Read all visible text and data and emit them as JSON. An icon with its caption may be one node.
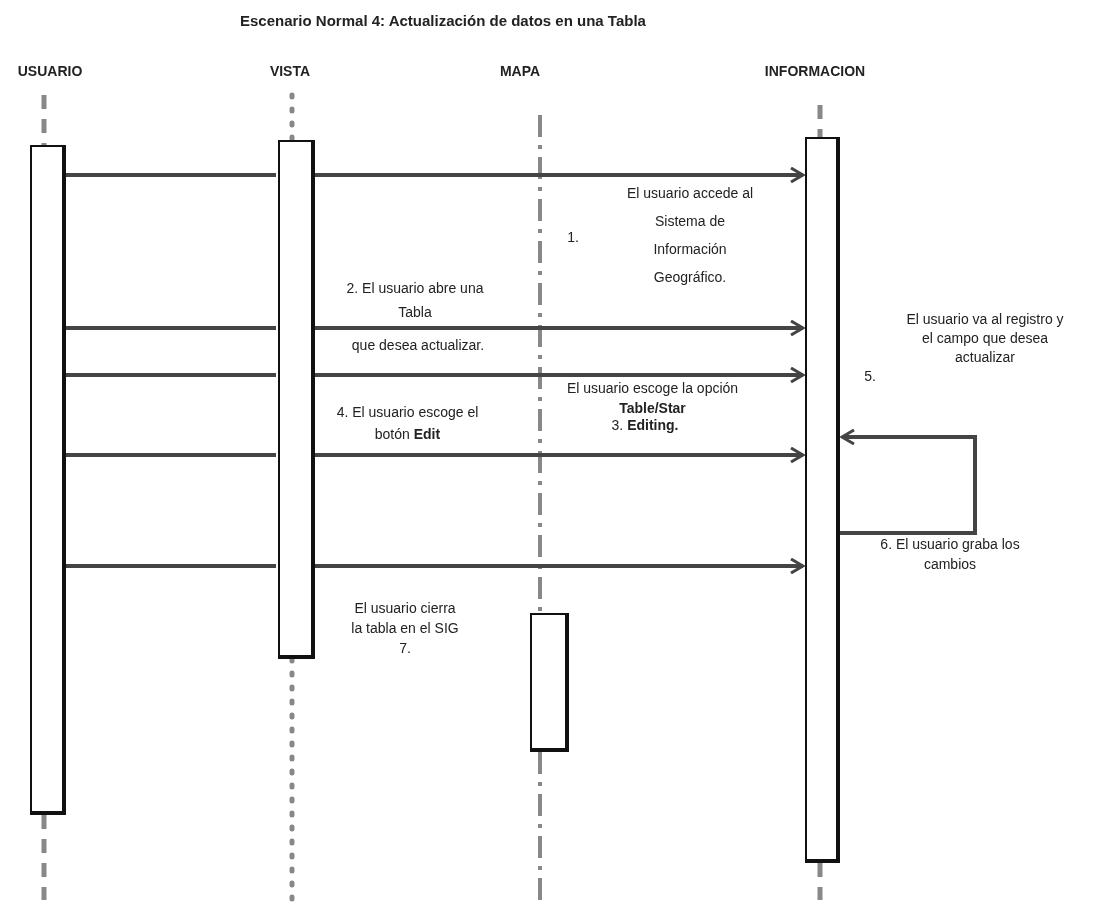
{
  "diagram": {
    "title": "Escenario Normal 4: Actualización de datos en una Tabla",
    "nodes": [
      {
        "text": [],
        "shape": "box"
      },
      {
        "text": [],
        "shape": "box"
      },
      {
        "text": [],
        "shape": "box"
      },
      {
        "text": [],
        "shape": "box"
      }
    ],
    "edges": [
      {
        "from": 0,
        "to": 1,
        "arrow": "none"
      },
      {
        "from": 1,
        "to": 3,
        "arrow": "to"
      },
      {
        "from": 0,
        "to": 1,
        "arrow": "none"
      },
      {
        "from": 1,
        "to": 3,
        "arrow": "to"
      },
      {
        "from": 0,
        "to": 1,
        "arrow": "none"
      },
      {
        "from": 1,
        "to": 3,
        "arrow": "to"
      },
      {
        "from": 0,
        "to": 1,
        "arrow": "none"
      },
      {
        "from": 1,
        "to": 3,
        "arrow": "to"
      },
      {
        "from": 3,
        "to": 3,
        "arrow": "to"
      },
      {
        "from": 0,
        "to": 1,
        "arrow": "none"
      },
      {
        "from": 1,
        "to": 3,
        "arrow": "to"
      }
    ],
    "labels": [
      "USUARIO",
      "VISTA",
      "MAPA",
      "INFORMACION",
      "1.",
      "El usuario accede al Sistema de Información Geográfico.",
      "2. El usuario abre una Tabla",
      "que desea actualizar.",
      "El usuario escoge la opción **Table/Star**",
      "3. **Editing.**",
      "4. El usuario escoge el botón **Edit**",
      "5.",
      "El usuario va al registro y el campo que desea actualizar",
      "6. El usuario graba los cambios",
      "El usuario cierra la tabla en el SIG 7."
    ]
  }
}
